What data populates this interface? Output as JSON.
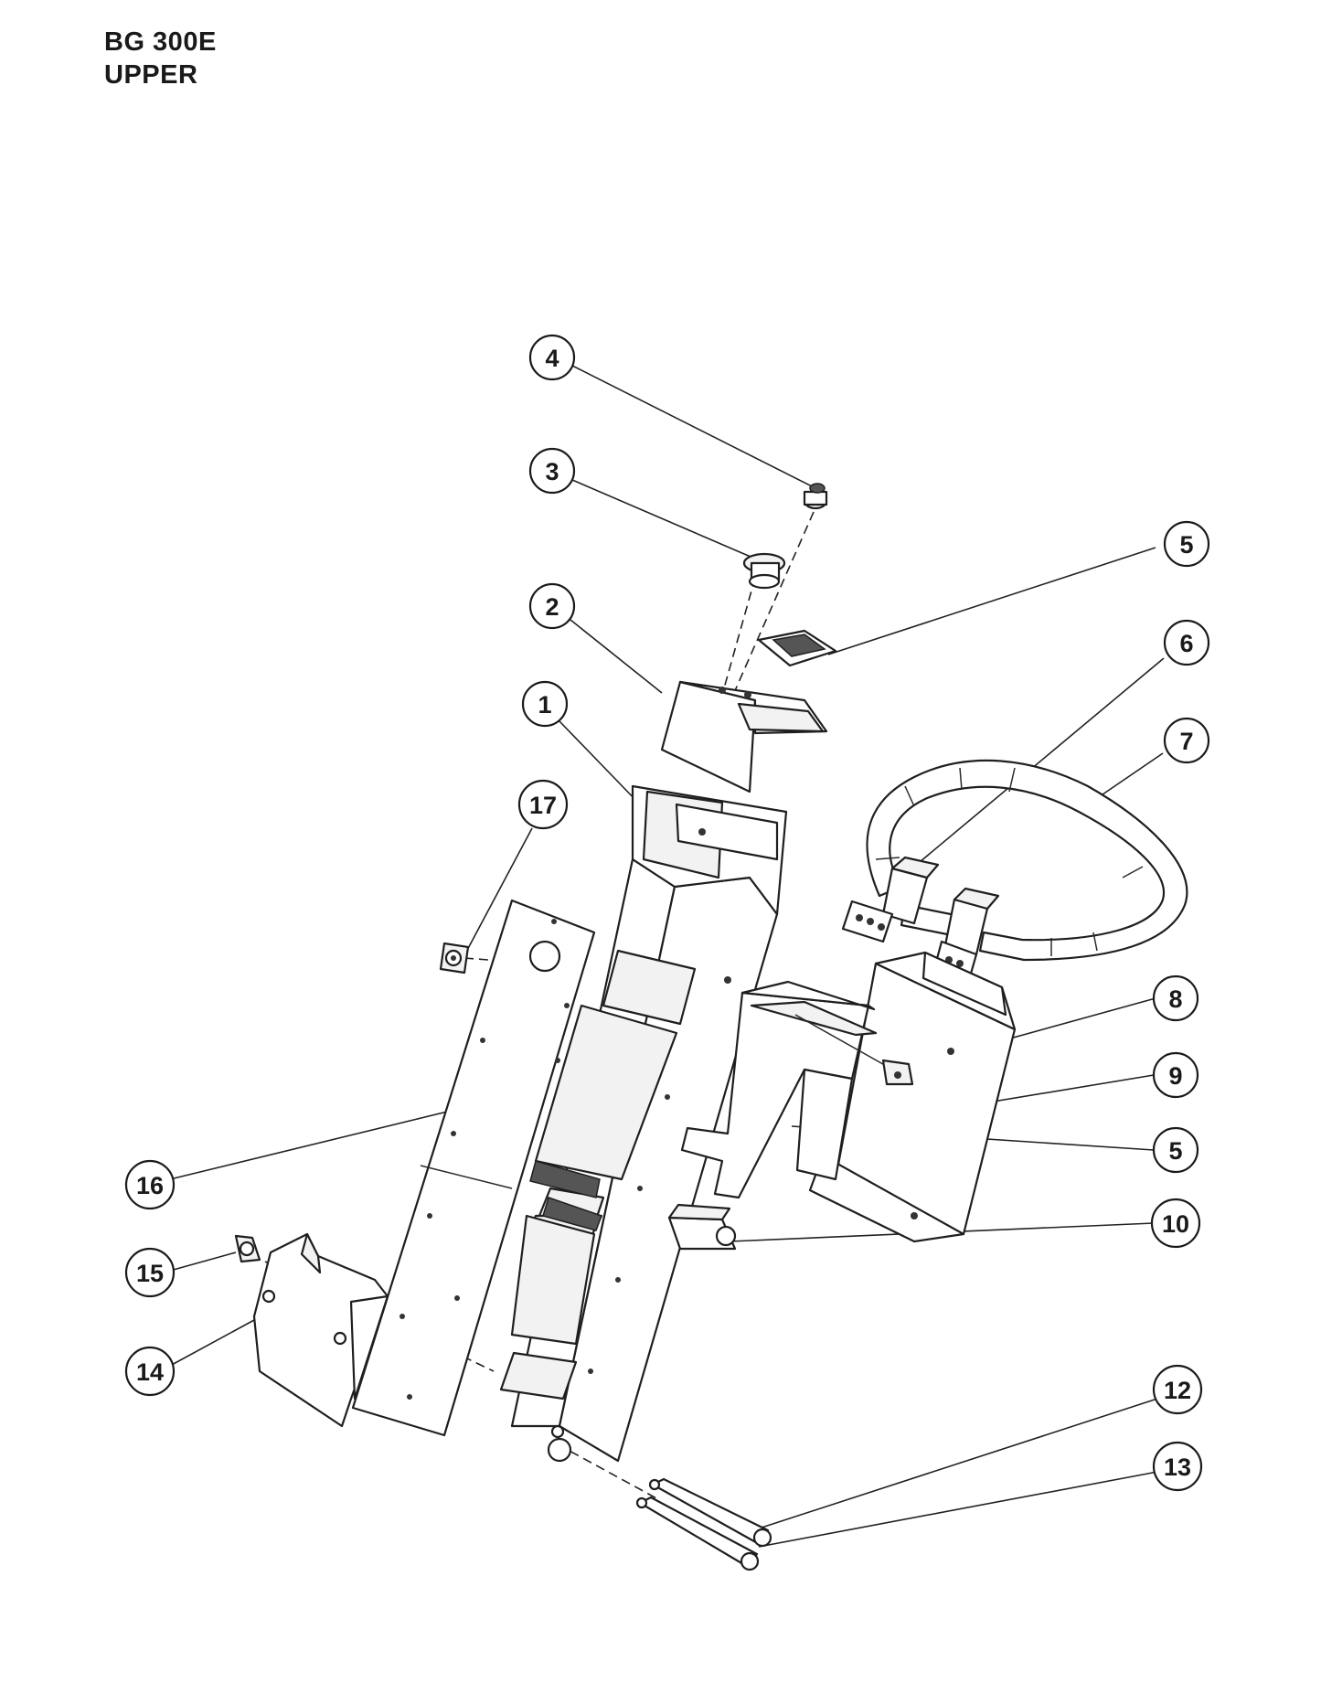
{
  "header": {
    "model": "BG 300E",
    "section": "UPPER"
  },
  "callouts": [
    {
      "id": "c4",
      "label": "4"
    },
    {
      "id": "c3",
      "label": "3"
    },
    {
      "id": "c5a",
      "label": "5"
    },
    {
      "id": "c2",
      "label": "2"
    },
    {
      "id": "c6",
      "label": "6"
    },
    {
      "id": "c1",
      "label": "1"
    },
    {
      "id": "c7",
      "label": "7"
    },
    {
      "id": "c17",
      "label": "17"
    },
    {
      "id": "c8",
      "label": "8"
    },
    {
      "id": "c9",
      "label": "9"
    },
    {
      "id": "c5b",
      "label": "5"
    },
    {
      "id": "c16",
      "label": "16"
    },
    {
      "id": "c10",
      "label": "10"
    },
    {
      "id": "c15",
      "label": "15"
    },
    {
      "id": "c14",
      "label": "14"
    },
    {
      "id": "c12",
      "label": "12"
    },
    {
      "id": "c13",
      "label": "13"
    }
  ],
  "colors": {
    "line": "#1f1f1f",
    "background": "#ffffff"
  }
}
